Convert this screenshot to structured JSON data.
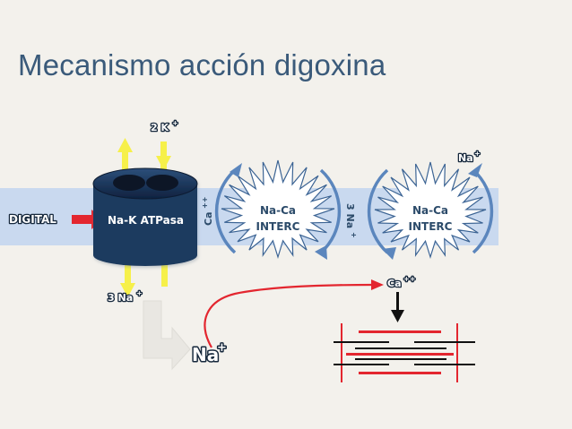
{
  "slide": {
    "title": "Mecanismo acción digoxina"
  },
  "labels": {
    "digital": "DIGITAL",
    "pump": "Na-K ATPasa",
    "k_in": "2 K",
    "k_in_charge": "+",
    "na_out": "3 Na",
    "na_out_charge": "+",
    "ca_side": "Ca",
    "ca_side_charge": "++",
    "exchanger1_line1": "Na-Ca",
    "exchanger1_line2": "INTERC",
    "three_na": "3 Na",
    "three_na_charge": "+",
    "exchanger2_line1": "Na-Ca",
    "exchanger2_line2": "INTERC",
    "na_top": "Na",
    "na_top_charge": "+",
    "ca_bottom": "Ca",
    "ca_bottom_charge": "++",
    "big_na": "Na",
    "big_na_charge": "+"
  },
  "colors": {
    "membrane": "#c9d9ef",
    "pump": "#1d3a5e",
    "arrow_yellow": "#f6f04a",
    "arrow_red": "#e3262f",
    "exchanger_arrow": "#5b86bd",
    "burst_fill": "#ffffff",
    "burst_stroke": "#3c6494",
    "sarcomere_red": "#e3262f",
    "sarcomere_black": "#111111"
  },
  "icons": {
    "inhibitor": "red-right-arrow",
    "ion_flow": "yellow-arrow",
    "sarcomere": "sarcomere-lines"
  }
}
